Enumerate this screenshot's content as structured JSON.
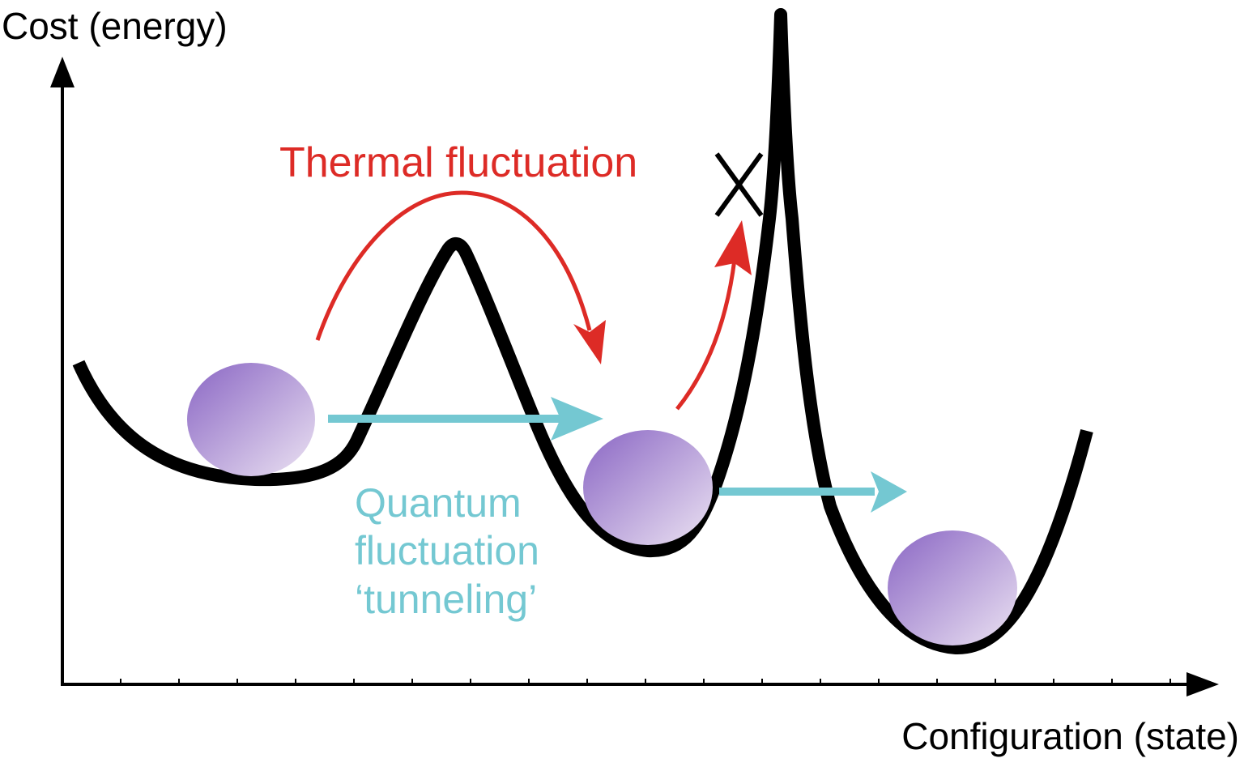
{
  "axes": {
    "y_label": "Cost (energy)",
    "x_label": "Configuration (state)"
  },
  "annotations": {
    "thermal_label": "Thermal fluctuation",
    "quantum_line1": "Quantum",
    "quantum_line2": "fluctuation",
    "quantum_line3": "‘tunneling’",
    "blocked_mark": "X"
  },
  "colors": {
    "curve": "#000000",
    "thermal": "#dd2b26",
    "quantum": "#74c8d2",
    "ball_dark": "#9070c8",
    "ball_light": "#e2d8ee"
  }
}
